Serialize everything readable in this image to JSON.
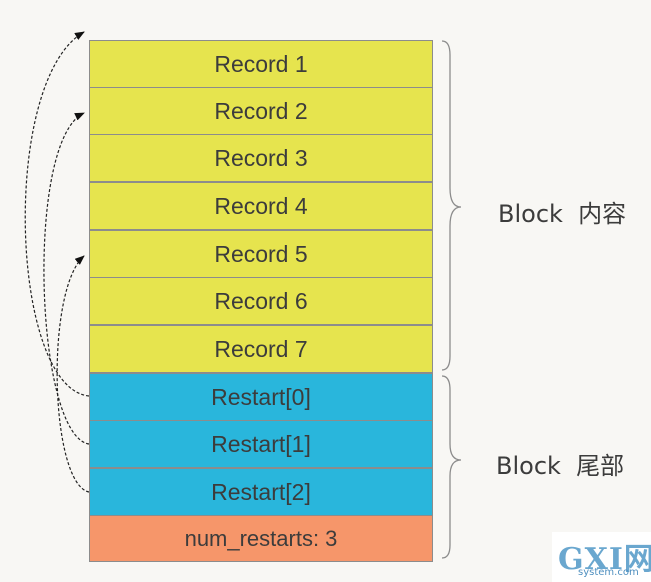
{
  "records": [
    "Record 1",
    "Record 2",
    "Record 3",
    "Record 4",
    "Record 5",
    "Record 6",
    "Record 7"
  ],
  "restarts": [
    "Restart[0]",
    "Restart[1]",
    "Restart[2]"
  ],
  "num_restarts": "num_restarts: 3",
  "labels": {
    "content": "Block  内容",
    "trailer": "Block  尾部"
  },
  "watermark": {
    "main": "GXI网",
    "sub": "system.com"
  },
  "colors": {
    "record": "#e6e44e",
    "restart": "#29b6dc",
    "num_restarts": "#f6966a",
    "background": "#f8f7f4"
  }
}
